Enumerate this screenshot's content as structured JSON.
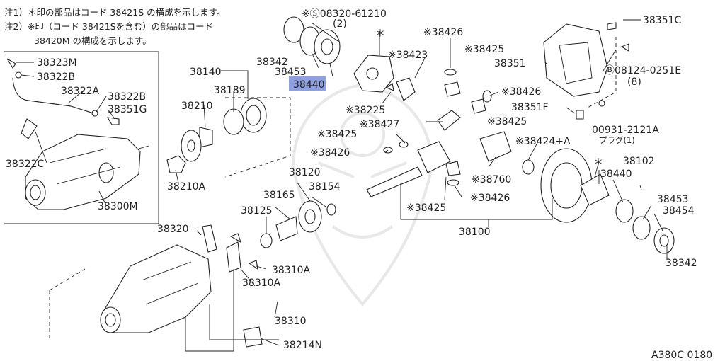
{
  "notes": {
    "line1": "注1）＊印の部品はコード 38421S の構成を示します。",
    "line2": "注2）※印（コード 38421Sを含む）の部品はコード",
    "line3": "38420M の構成を示します。"
  },
  "figure_code": "A380C 0180",
  "highlight_color": "#8fa0e0",
  "labels": {
    "p38323M": "38323M",
    "p38322B_a": "38322B",
    "p38322A": "38322A",
    "p38322B_b": "38322B",
    "p38351G": "38351G",
    "p38322C": "38322C",
    "p38300M": "38300M",
    "p38140": "38140",
    "p38189": "38189",
    "p38210": "38210",
    "p38210A": "38210A",
    "p38342_top": "38342",
    "p38453_top": "38453",
    "p38440_top": "38440",
    "bolt_08320": "※Ⓢ08320-61210",
    "bolt_08320_qty": "(2)",
    "mark_ast1": "＊",
    "p38426_a": "※38426",
    "p38423": "※38423",
    "p38425_a": "※38425",
    "p38225": "※38225",
    "p38427": "※38427",
    "p38425_b": "※38425",
    "p38426_b": "※38426",
    "p38351C": "38351C",
    "p38351": "38351",
    "bolt_08124": "Ⓑ08124-0251E",
    "bolt_08124_qty": "(8)",
    "p38426_c": "※38426",
    "p38351F": "38351F",
    "p38425_c": "※38425",
    "plug_00931": "00931-2121A",
    "plug_text": "プラグ(1)",
    "p38424A": "※38424+A",
    "p38760": "※38760",
    "p38426_d": "※38426",
    "p38425_d": "※38425",
    "p38120": "38120",
    "p38165": "38165",
    "p38154": "38154",
    "p38125": "38125",
    "p38100": "38100",
    "mark_ast2": "＊",
    "p38102": "38102",
    "p38440_r": "38440",
    "p38453_r": "38453",
    "p38454": "38454",
    "p38342_r": "38342",
    "p38320": "38320",
    "p38310A_a": "38310A",
    "p38310A_b": "38310A",
    "p38310": "38310",
    "p38214N": "38214N"
  }
}
